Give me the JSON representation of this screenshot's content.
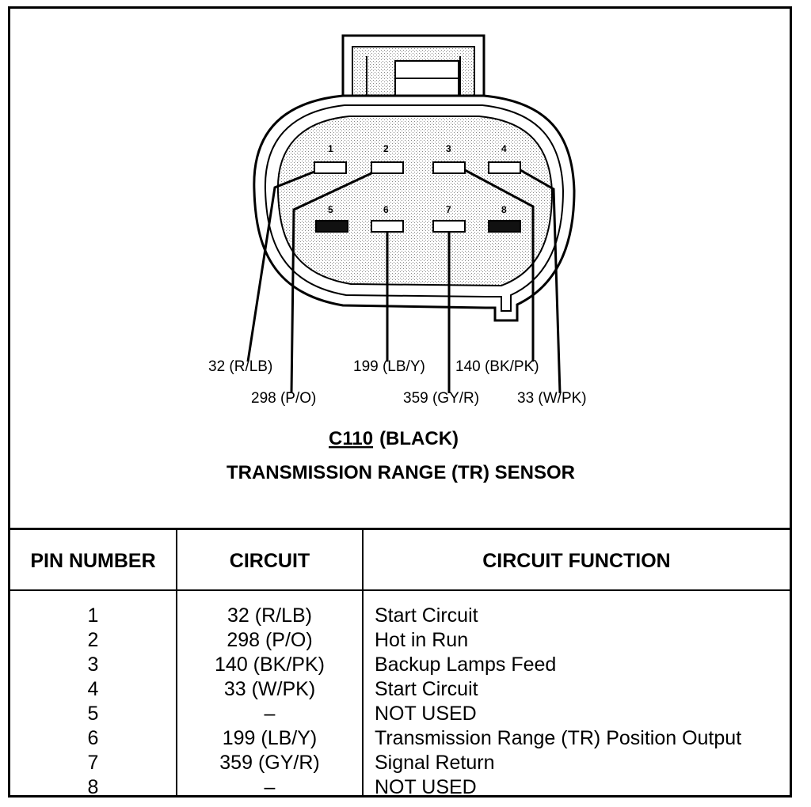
{
  "connector": {
    "code": "C110",
    "color_label": "(BLACK)",
    "name": "TRANSMISSION RANGE (TR) SENSOR",
    "pin_labels": [
      "1",
      "2",
      "3",
      "4",
      "5",
      "6",
      "7",
      "8"
    ],
    "used_pin_color": "#ffffff",
    "unused_pin_color": "#111111"
  },
  "wire_labels": {
    "w1": "32 (R/LB)",
    "w2": "298 (P/O)",
    "w6": "199 (LB/Y)",
    "w7": "359 (GY/R)",
    "w3": "140 (BK/PK)",
    "w4": "33 (W/PK)"
  },
  "table": {
    "headers": {
      "pin": "PIN NUMBER",
      "circuit": "CIRCUIT",
      "function": "CIRCUIT FUNCTION"
    },
    "rows": [
      {
        "pin": "1",
        "circuit": "32 (R/LB)",
        "function": "Start Circuit"
      },
      {
        "pin": "2",
        "circuit": "298 (P/O)",
        "function": "Hot in Run"
      },
      {
        "pin": "3",
        "circuit": "140 (BK/PK)",
        "function": "Backup Lamps Feed"
      },
      {
        "pin": "4",
        "circuit": "33 (W/PK)",
        "function": "Start Circuit"
      },
      {
        "pin": "5",
        "circuit": "–",
        "function": "NOT USED"
      },
      {
        "pin": "6",
        "circuit": "199 (LB/Y)",
        "function": "Transmission Range (TR) Position Output"
      },
      {
        "pin": "7",
        "circuit": "359 (GY/R)",
        "function": "Signal Return"
      },
      {
        "pin": "8",
        "circuit": "–",
        "function": "NOT USED"
      }
    ]
  }
}
